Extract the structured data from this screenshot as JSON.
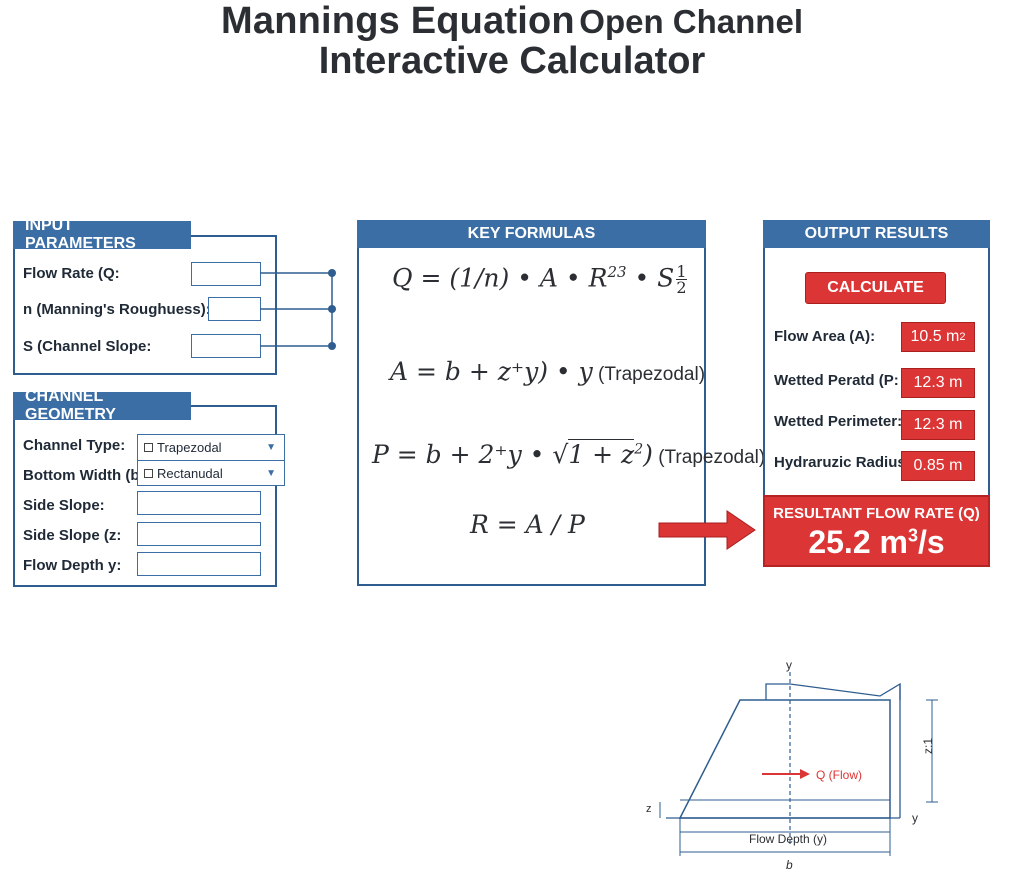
{
  "title": {
    "line1_part1": "Mannings Equation",
    "line1_part2": "Open Channel",
    "line2": "Interactive Calculator"
  },
  "input_parameters": {
    "header": "INPUT PARAMETERS",
    "rows": [
      {
        "label": "Flow Rate (Q:",
        "value": ""
      },
      {
        "label": "n (Manning's Roughuess):",
        "value": ""
      },
      {
        "label": "S (Channel Slope:",
        "value": ""
      }
    ]
  },
  "channel_geometry": {
    "header": "CHANNEL GEOMETRY",
    "channel_type_label": "Channel Type:",
    "channel_type_value": "Trapezodal",
    "bottom_width_label": "Bottom Width (b:",
    "bottom_width_value": "Rectanudal",
    "side_slope_label": "Side Slope:",
    "side_slope_z_label": "Side Slope (z:",
    "flow_depth_label": "Flow Depth y:"
  },
  "key_formulas": {
    "header": "KEY FORMULAS",
    "f1": "Q = (1/n) • A • R",
    "f1_sup": "23",
    "f1_tail": " • S",
    "f1_num": "1",
    "f1_den": "2",
    "f2": "A = b + z⁺y) • y",
    "f2_note": " (Trapezodal)",
    "f3": "P = b + 2⁺y • ",
    "f3_root": "1 + z",
    "f3_sq": "2",
    "f3_tail": ")",
    "f3_note": " (Trapezodal)",
    "f4": "R = A / P"
  },
  "output_results": {
    "header": "OUTPUT RESULTS",
    "calculate_label": "CALCULATE",
    "rows": [
      {
        "label": "Flow Area (A):",
        "value": "10.5 m",
        "sup": "2"
      },
      {
        "label": "Wetted Peratd (P:",
        "value": "12.3 m",
        "sup": ""
      },
      {
        "label": "Wetted Perimeter:",
        "value": "12.3 m",
        "sup": ""
      },
      {
        "label": "Hydraruzic Radius:",
        "value": "0.85 m",
        "sup": ""
      }
    ],
    "resultant_label": "RESULTANT FLOW RATE (Q)",
    "resultant_value": "25.2 m",
    "resultant_sup": "3",
    "resultant_unit_tail": "/s"
  },
  "diagram": {
    "y_top": "y",
    "z_ratio": "z:1",
    "flow_label": "Q (Flow)",
    "z_left": "z",
    "y_right": "y",
    "flow_depth_label": "Flow Depth (y)",
    "b_label": "b"
  },
  "colors": {
    "accent": "#3b6ea5",
    "panel_border": "#2f5d90",
    "alert": "#dc3535"
  }
}
